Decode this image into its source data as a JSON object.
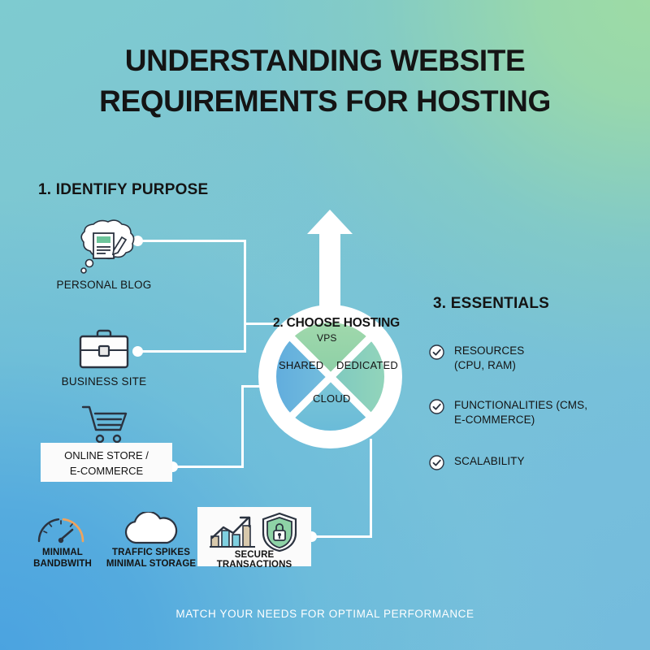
{
  "title": "UNDERSTANDING   WEBSITE\nREQUIREMENTS FOR HOSTING",
  "footer": "MATCH YOUR NEEDS FOR OPTIMAL PERFORMANCE",
  "sections": {
    "identify": {
      "heading": "1. IDENTIFY PURPOSE"
    },
    "hosting": {
      "heading": "2. CHOOSE HOSTING"
    },
    "essentials": {
      "heading": "3. ESSENTIALS"
    }
  },
  "purposes": [
    {
      "label": "PERSONAL BLOG",
      "icon": "thought-bubble-blog-icon"
    },
    {
      "label": "BUSINESS SITE",
      "icon": "briefcase-icon"
    },
    {
      "label": "ONLINE STORE /\nE-COMMERCE",
      "icon": "shopping-cart-icon"
    }
  ],
  "requirements": [
    {
      "label": "MINIMAL\nBANDBWITH",
      "icon": "gauge-icon"
    },
    {
      "label": "TRAFFIC SPIKES\nMINIMAL STORAGE",
      "icon": "cloud-icon"
    }
  ],
  "secure": {
    "label": "SECURE TRANSACTIONS",
    "icons": [
      "bar-chart-growth-icon",
      "shield-lock-icon"
    ]
  },
  "hosting_types": [
    {
      "label": "VPS",
      "position": "top",
      "color": "#8ed39d"
    },
    {
      "label": "SHARED",
      "position": "left",
      "color": "#5fa8dc"
    },
    {
      "label": "DEDICATED",
      "position": "right",
      "color": "#86cfb0"
    },
    {
      "label": "CLOUD",
      "position": "bottom",
      "color": "#62b6d9"
    }
  ],
  "essentials": [
    "RESOURCES\n(CPU, RAM)",
    "FUNCTIONALITIES (CMS,\nE-COMMERCE)",
    "SCALABILITY"
  ],
  "colors": {
    "bg_top_left": "#7ecbd0",
    "bg_top_right": "#9ddba5",
    "bg_bottom_left": "#4ba3e0",
    "bg_bottom_right": "#7fc8dd",
    "line": "#ffffff",
    "text_dark": "#141414",
    "accent_green": "#7bc49a",
    "accent_orange": "#f0a35c"
  }
}
